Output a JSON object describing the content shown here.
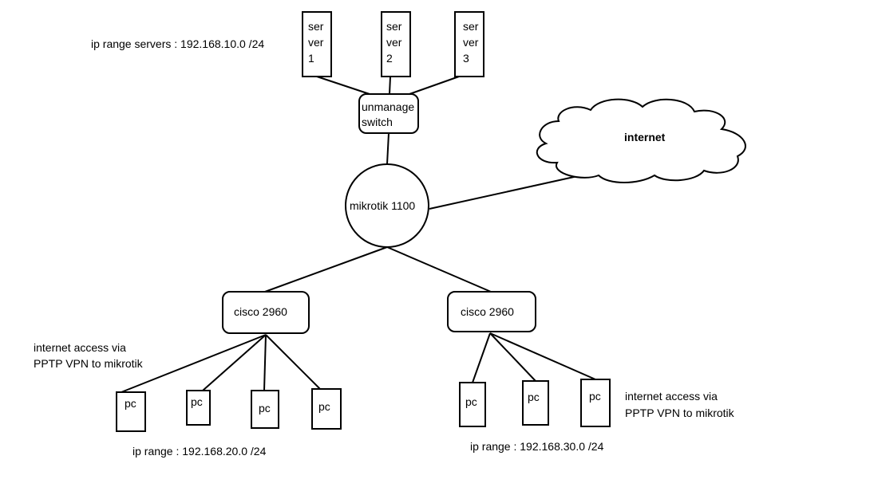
{
  "servers": [
    {
      "lines": [
        "ser",
        "ver",
        "1"
      ]
    },
    {
      "lines": [
        "ser",
        "ver",
        "2"
      ]
    },
    {
      "lines": [
        "ser",
        "ver",
        "3"
      ]
    }
  ],
  "server_range_label": "ip range servers : 192.168.10.0 /24",
  "switch": {
    "line1": "unmanage",
    "line2": "switch"
  },
  "internet_label": "internet",
  "router_label": "mikrotik 1100",
  "cisco_left_label": "cisco 2960",
  "cisco_right_label": "cisco 2960",
  "left_note": {
    "line1": "internet access via",
    "line2": "PPTP VPN to mikrotik"
  },
  "right_note": {
    "line1": "internet access via",
    "line2": "PPTP VPN to mikrotik"
  },
  "left_pcs": [
    "pc",
    "pc",
    "pc",
    "pc"
  ],
  "right_pcs": [
    "pc",
    "pc",
    "pc"
  ],
  "left_range_label": "ip range : 192.168.20.0 /24",
  "right_range_label": "ip range : 192.168.30.0 /24"
}
